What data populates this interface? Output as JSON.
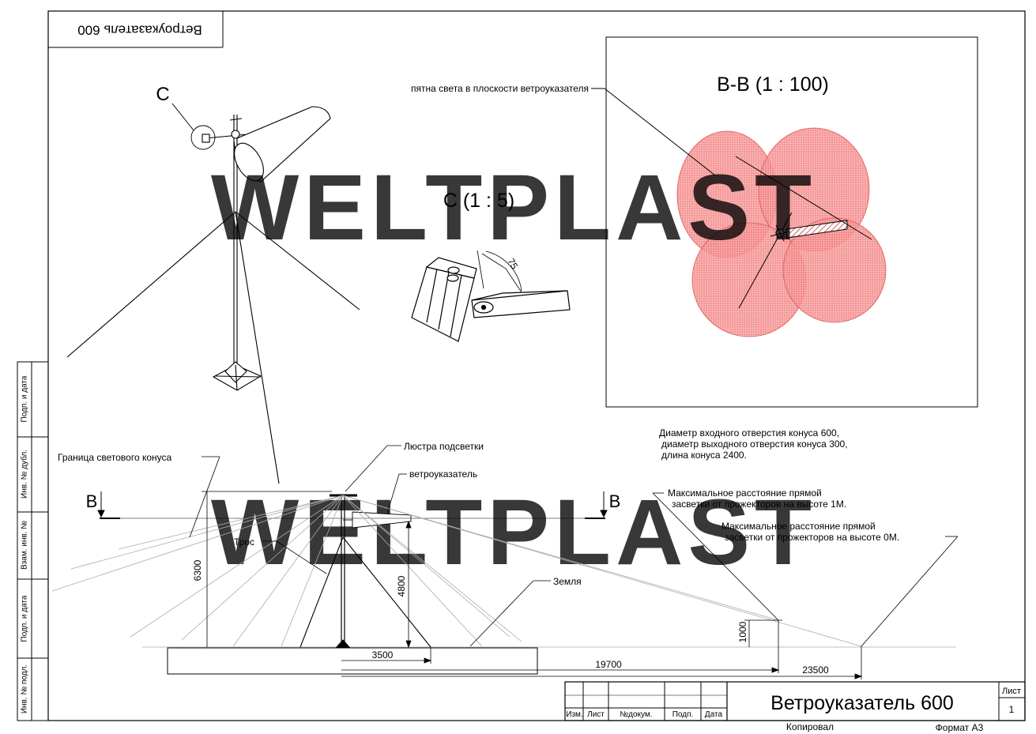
{
  "watermark": "WELTPLAST",
  "corner_title": "Ветроуказатель 600",
  "views": {
    "detail_marker": "C",
    "detail_title": "C (1 : 5)",
    "detail_angle": "75",
    "section_title": "B-B (1 : 100)",
    "section_marker_left": "B",
    "section_marker_right": "B"
  },
  "callouts": {
    "light_spots": "пятна света в плоскости ветроуказателя",
    "cone_boundary": "Граница светового конуса",
    "chandelier": "Люстра подсветки",
    "windsock": "ветроуказатель",
    "cable": "Трос",
    "ground": "Земля",
    "max_distance_1m": [
      "Максимальное расстояние прямой",
      "засветки от прожекторов на высоте 1М."
    ],
    "max_distance_0m": [
      "Максимальное расстояние прямой",
      "засветки от прожекторов на высоте 0М."
    ]
  },
  "note": [
    "Диаметр входного отверстия конуса 600,",
    "диаметр выходного отверстия конуса 300,",
    "длина конуса 2400."
  ],
  "dimensions": {
    "height_total": "6300",
    "height_cable": "4800",
    "height_1m": "1000",
    "dist_3500": "3500",
    "dist_19700": "19700",
    "dist_23500": "23500"
  },
  "side_stamp": [
    "Подп. и дата",
    "Инв. № дубл.",
    "Взам. инв. №",
    "Подп. и дата",
    "Инв. № подл."
  ],
  "title_block": {
    "title": "Ветроуказатель 600",
    "columns": [
      "Изм.",
      "Лист",
      "№докум.",
      "Подп.",
      "Дата"
    ],
    "sheet_label": "Лист",
    "sheet_number": "1",
    "copied_label": "Копировал",
    "format_label": "Формат А3"
  },
  "colors": {
    "light_spot": "#f06c6c",
    "watermark": "#9a9a9a",
    "line": "#000000"
  }
}
